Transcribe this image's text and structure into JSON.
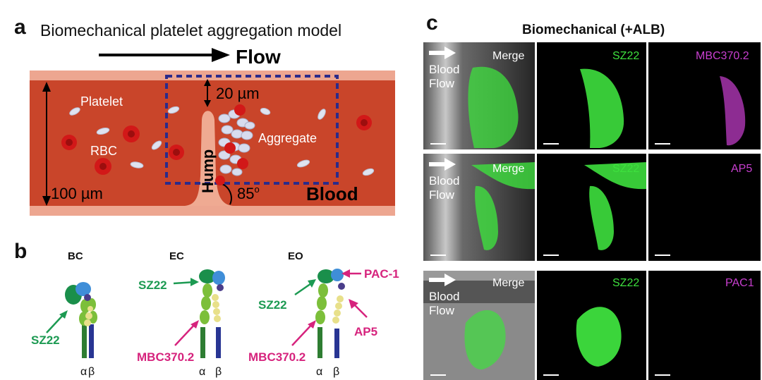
{
  "panel_a": {
    "letter": "a",
    "title": "Biomechanical platelet aggregation model",
    "flow_label": "Flow",
    "gap_label": "20 µm",
    "platelet_label": "Platelet",
    "rbc_label": "RBC",
    "aggregate_label": "Aggregate",
    "hump_label": "Hump",
    "height_label": "100 µm",
    "angle_label": "85",
    "angle_unit": "o",
    "blood_label": "Blood"
  },
  "panel_b": {
    "letter": "b",
    "states": [
      {
        "title": "BC",
        "antibodies": [
          "SZ22"
        ],
        "subunit_alpha": "α",
        "subunit_beta": "β"
      },
      {
        "title": "EC",
        "antibodies": [
          "SZ22",
          "MBC370.2"
        ],
        "subunit_alpha": "α",
        "subunit_beta": "β"
      },
      {
        "title": "EO",
        "antibodies": [
          "SZ22",
          "MBC370.2",
          "PAC-1",
          "AP5"
        ],
        "subunit_alpha": "α",
        "subunit_beta": "β"
      }
    ],
    "colors": {
      "green_label": "#1c9a52",
      "magenta_label": "#d6237d",
      "alpha_chain": "#2e7d32",
      "beta_chain": "#283593",
      "head": "#3f8ed8"
    }
  },
  "panel_c": {
    "letter": "c",
    "title": "Biomechanical (+ALB)",
    "rows": [
      {
        "merge": "Merge",
        "flow_line1": "Blood",
        "flow_line2": "Flow",
        "green": "SZ22",
        "magenta": "MBC370.2"
      },
      {
        "merge": "Merge",
        "flow_line1": "Blood",
        "flow_line2": "Flow",
        "green": "SZ22",
        "magenta": "AP5"
      },
      {
        "merge": "Merge",
        "flow_line1": "Blood",
        "flow_line2": "Flow",
        "green": "SZ22",
        "magenta": "PAC1"
      }
    ],
    "colors": {
      "green": "#3ee03e",
      "magenta": "#c93fd0"
    }
  }
}
